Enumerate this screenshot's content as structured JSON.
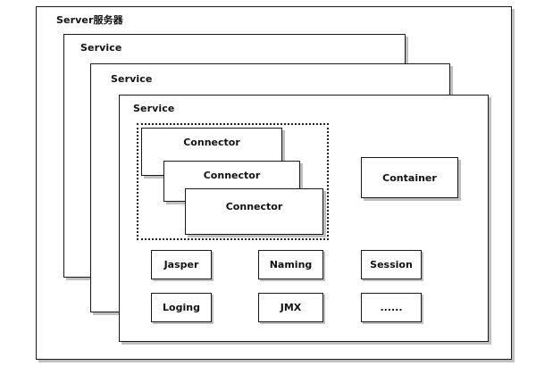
{
  "server": {
    "label": "Server服务器"
  },
  "services": [
    {
      "label": "Service"
    },
    {
      "label": "Service"
    },
    {
      "label": "Service"
    }
  ],
  "connectors": [
    {
      "label": "Connector"
    },
    {
      "label": "Connector"
    },
    {
      "label": "Connector"
    }
  ],
  "container": {
    "label": "Container"
  },
  "components": [
    {
      "label": "Jasper"
    },
    {
      "label": "Naming"
    },
    {
      "label": "Session"
    },
    {
      "label": "Loging"
    },
    {
      "label": "JMX"
    },
    {
      "label": "......"
    }
  ]
}
